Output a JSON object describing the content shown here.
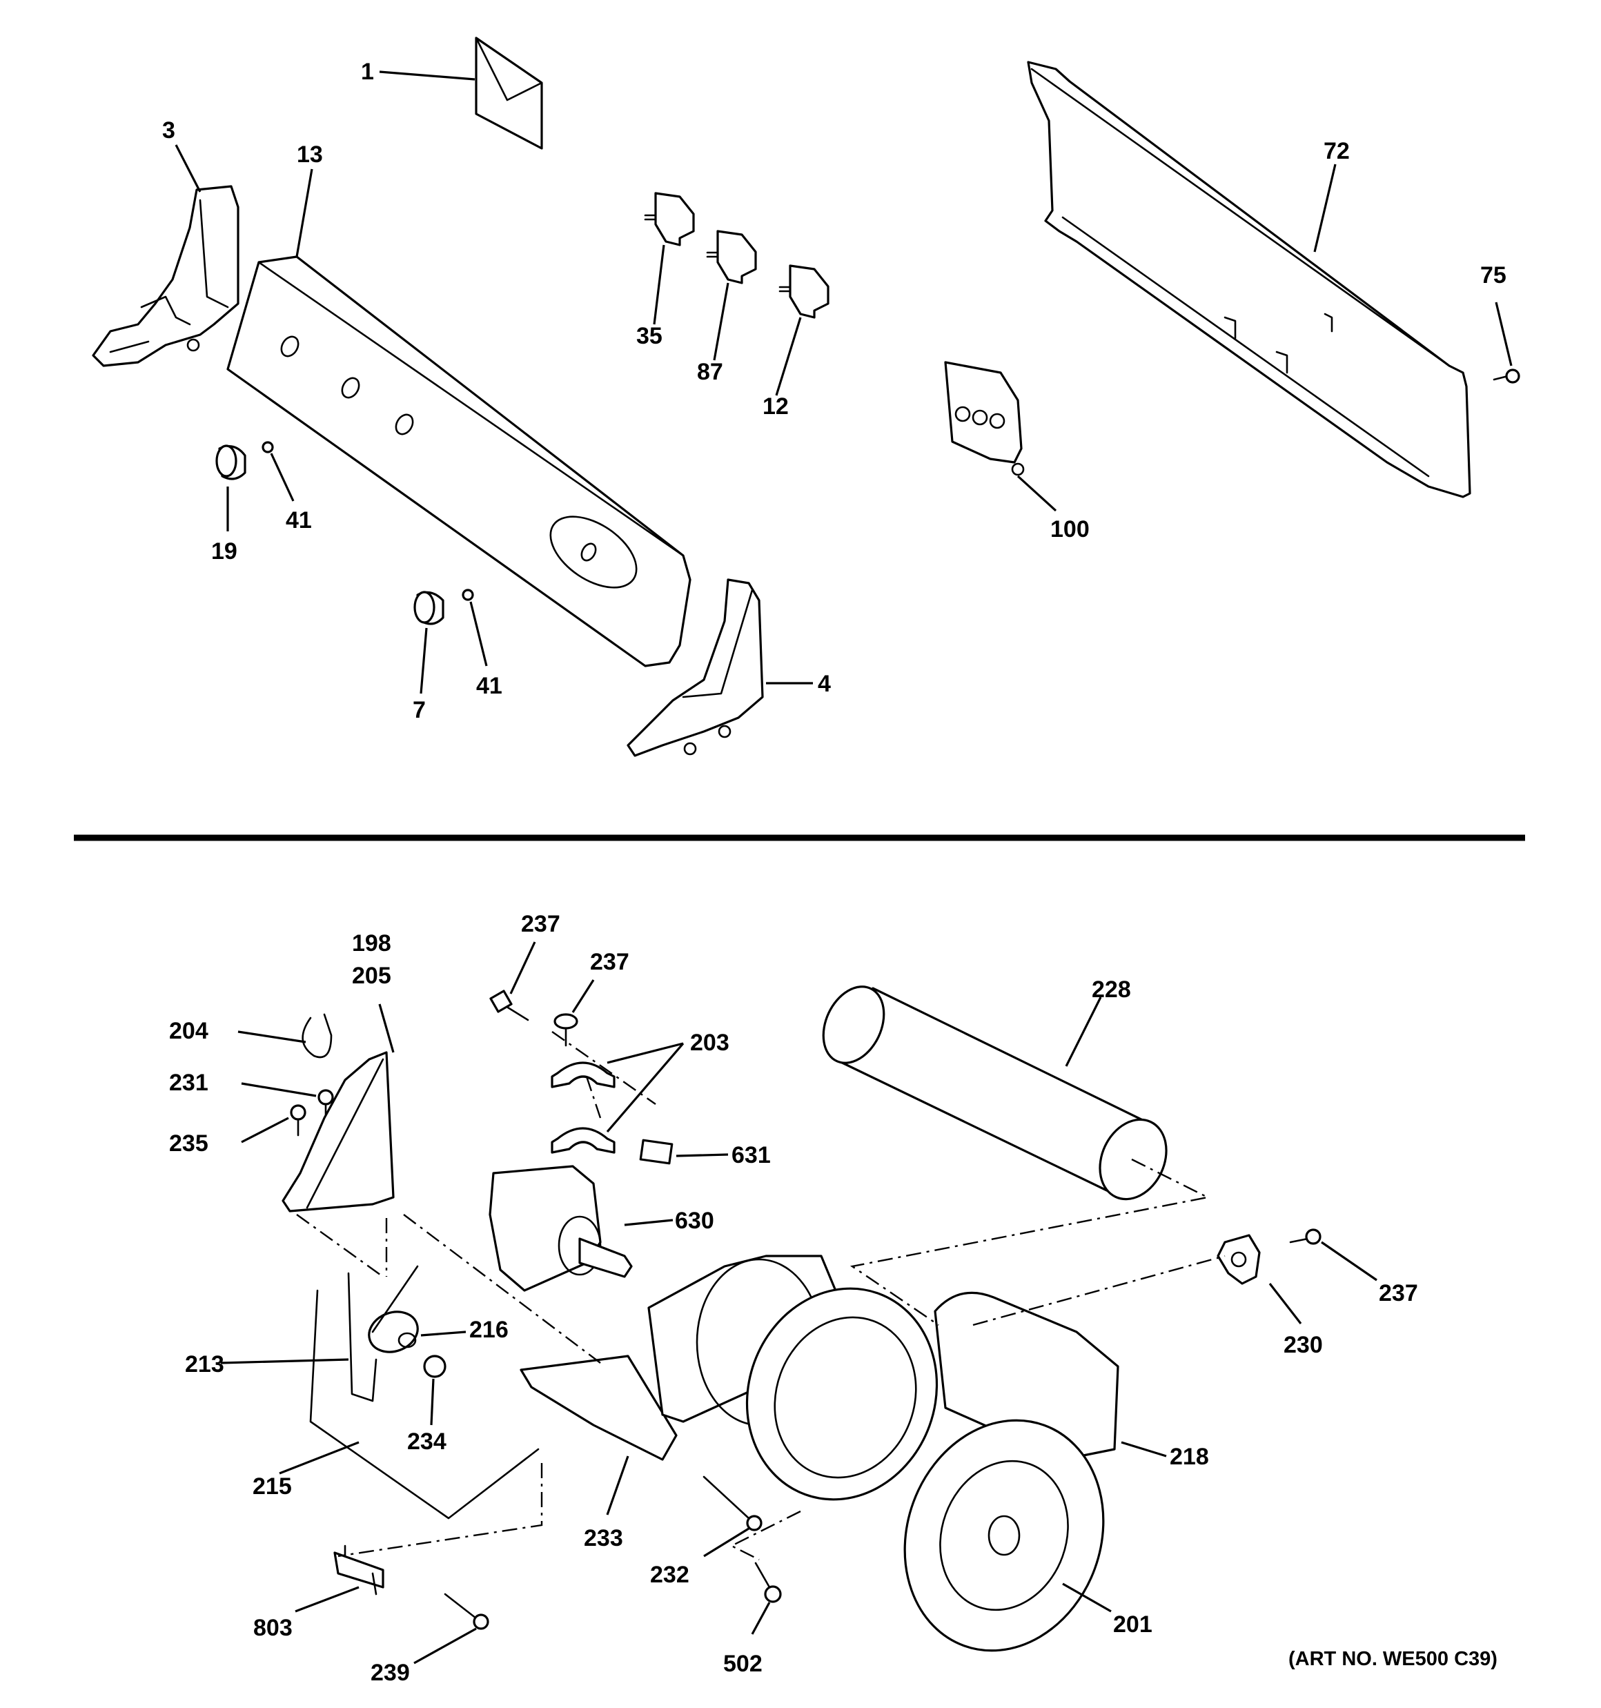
{
  "diagram": {
    "art_number": "(ART NO. WE500 C39)",
    "upper_labels": {
      "p1": "1",
      "p3": "3",
      "p13": "13",
      "p19": "19",
      "p41a": "41",
      "p7": "7",
      "p41b": "41",
      "p4": "4",
      "p35": "35",
      "p87": "87",
      "p12": "12",
      "p72": "72",
      "p75": "75",
      "p100": "100"
    },
    "lower_labels": {
      "p198": "198",
      "p205": "205",
      "p204": "204",
      "p231": "231",
      "p235": "235",
      "p237a": "237",
      "p237b": "237",
      "p203": "203",
      "p631": "631",
      "p630": "630",
      "p228": "228",
      "p237c": "237",
      "p230": "230",
      "p216": "216",
      "p213": "213",
      "p234": "234",
      "p215": "215",
      "p218": "218",
      "p233": "233",
      "p232": "232",
      "p803": "803",
      "p239": "239",
      "p502": "502",
      "p201": "201"
    }
  }
}
